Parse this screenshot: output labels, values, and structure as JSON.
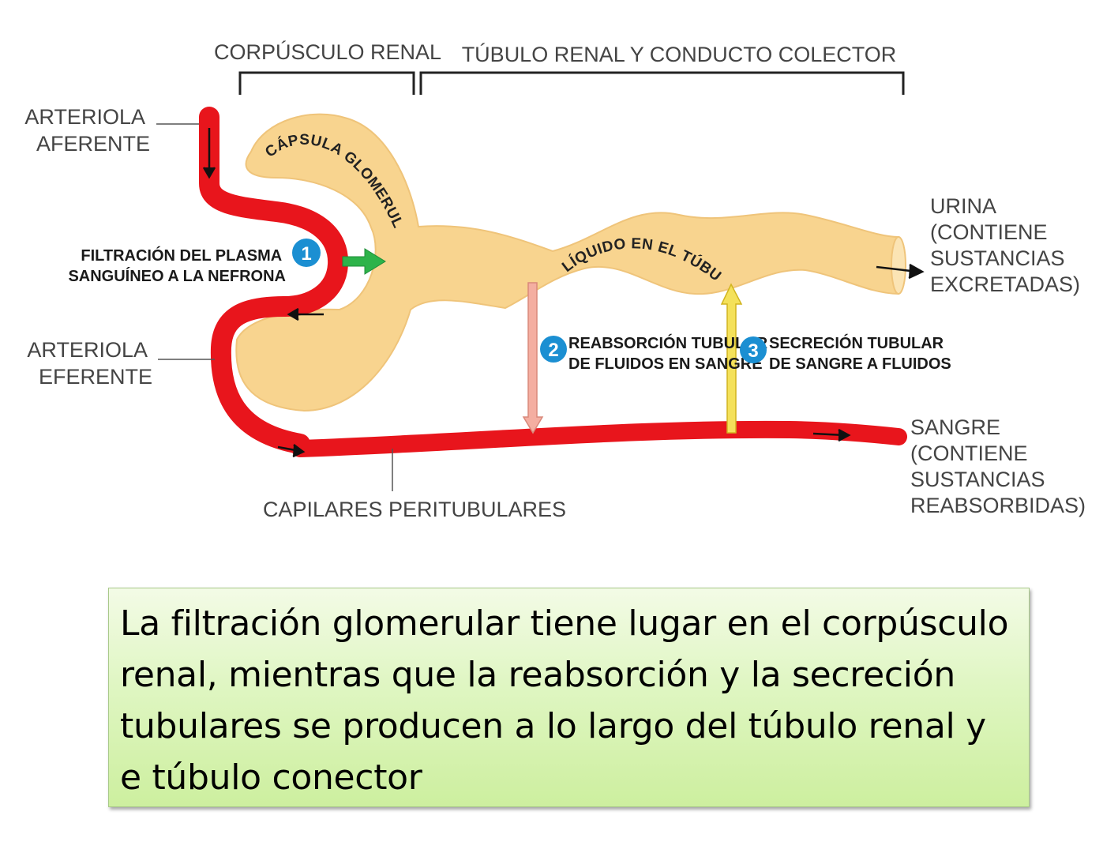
{
  "diagram": {
    "headers": {
      "corpusculo": "CORPÚSCULO RENAL",
      "tubulo": "TÚBULO RENAL Y CONDUCTO COLECTOR"
    },
    "labels": {
      "arteriola_aferente": [
        "ARTERIOLA",
        "AFERENTE"
      ],
      "arteriola_eferente": [
        "ARTERIOLA",
        "EFERENTE"
      ],
      "capsula": "CÁPSULA GLOMERULAR",
      "liquido": "LÍQUIDO EN EL TÚBULO",
      "filtracion": [
        "FILTRACIÓN DEL PLASMA",
        "SANGUÍNEO A LA NEFRONA"
      ],
      "reabsorcion": [
        "REABSORCIÓN TUBULAR",
        "DE FLUIDOS EN SANGRE"
      ],
      "secrecion": [
        "SECRECIÓN TUBULAR",
        "DE SANGRE A FLUIDOS"
      ],
      "urina": [
        "URINA",
        "(CONTIENE",
        "SUSTANCIAS",
        "EXCRETADAS)"
      ],
      "sangre": [
        "SANGRE",
        "(CONTIENE",
        "SUSTANCIAS",
        "REABSORBIDAS)"
      ],
      "capilares": "CAPILARES PERITUBULARES"
    },
    "steps": [
      "1",
      "2",
      "3"
    ],
    "colors": {
      "vessel": "#e8151c",
      "tubule": "#f8d48f",
      "badge": "#1b8fd2",
      "filtration_arrow": "#2db34a",
      "reabsorption_arrow": "#f4aea1",
      "secretion_arrow": "#f4e15a"
    }
  },
  "caption": "La filtración glomerular tiene lugar en el corpúsculo renal, mientras que la reabsorción y la secreción tubulares se producen a lo largo del túbulo renal y e túbulo conector"
}
